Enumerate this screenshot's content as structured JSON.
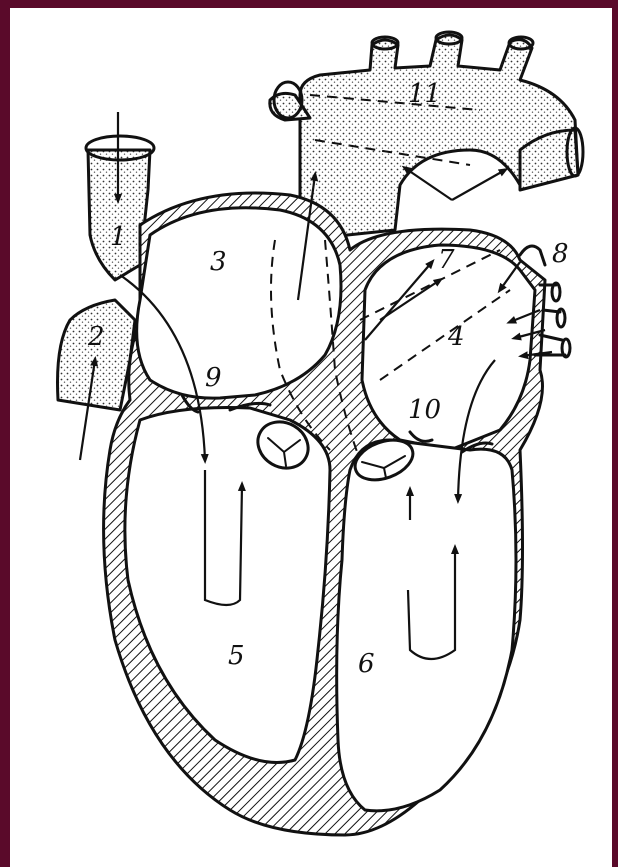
{
  "diagram": {
    "labels": [
      {
        "id": "1",
        "text": "1"
      },
      {
        "id": "2",
        "text": "2"
      },
      {
        "id": "3",
        "text": "3"
      },
      {
        "id": "4",
        "text": "4"
      },
      {
        "id": "5",
        "text": "5"
      },
      {
        "id": "6",
        "text": "6"
      },
      {
        "id": "7",
        "text": "7"
      },
      {
        "id": "8",
        "text": "8"
      },
      {
        "id": "9",
        "text": "9"
      },
      {
        "id": "10",
        "text": "10"
      },
      {
        "id": "11",
        "text": "11"
      }
    ],
    "colors": {
      "frame": "#5a0a2a",
      "paper": "#ffffff",
      "ink": "#111111"
    }
  }
}
